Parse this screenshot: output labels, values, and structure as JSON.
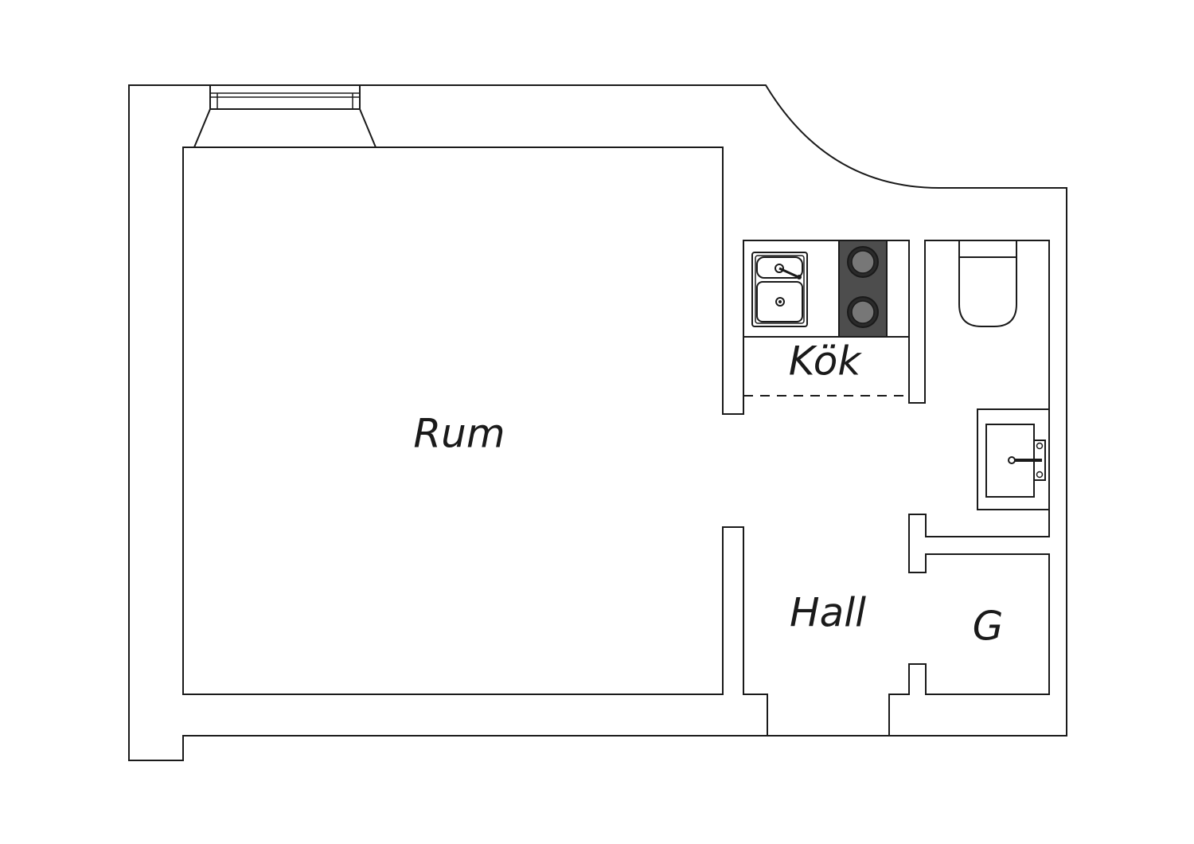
{
  "rooms": {
    "rum": "Rum",
    "kok": "Kök",
    "hall": "Hall",
    "g": "G"
  },
  "colors": {
    "line": "#1a1a1a",
    "background": "#ffffff",
    "stove_top": "#4d4d4d",
    "stove_burner": "#777777"
  }
}
